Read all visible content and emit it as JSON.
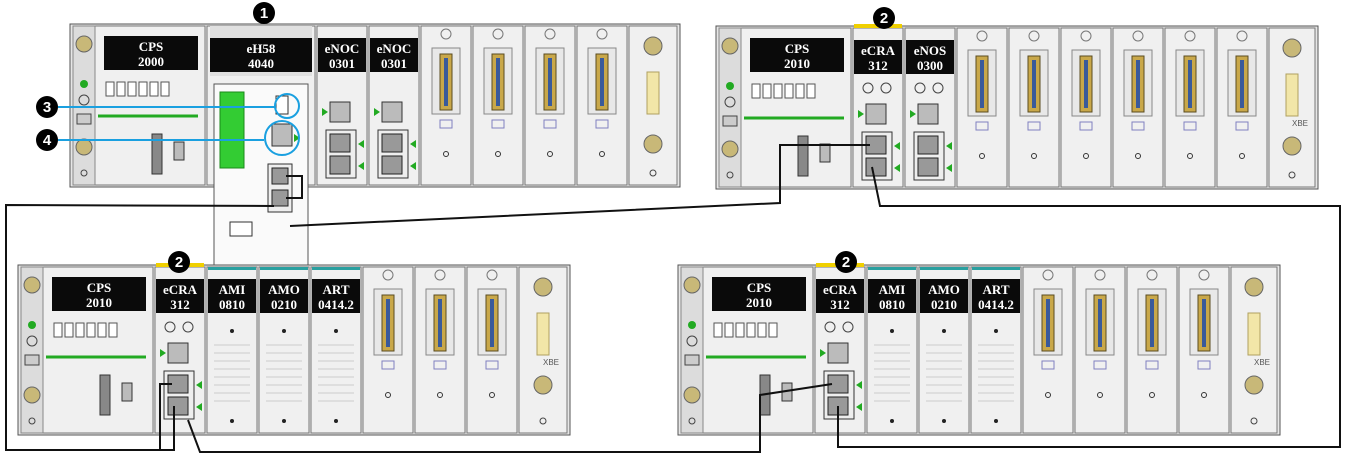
{
  "racks": [
    {
      "id": "rack1",
      "modules": [
        {
          "kind": "cps",
          "line1": "CPS",
          "line2": "2000"
        },
        {
          "kind": "cpu",
          "line1": "eH58",
          "line2": "4040"
        },
        {
          "kind": "eth",
          "line1": "eNOC",
          "line2": "0301"
        },
        {
          "kind": "eth",
          "line1": "eNOC",
          "line2": "0301"
        },
        {
          "kind": "io"
        },
        {
          "kind": "io"
        },
        {
          "kind": "io"
        },
        {
          "kind": "io"
        },
        {
          "kind": "end"
        }
      ]
    },
    {
      "id": "rack2",
      "modules": [
        {
          "kind": "cps",
          "line1": "CPS",
          "line2": "2010"
        },
        {
          "kind": "cra",
          "line1": "eCRA",
          "line2": "312"
        },
        {
          "kind": "nos",
          "line1": "eNOS",
          "line2": "0300"
        },
        {
          "kind": "io"
        },
        {
          "kind": "io"
        },
        {
          "kind": "io"
        },
        {
          "kind": "io"
        },
        {
          "kind": "io"
        },
        {
          "kind": "io"
        },
        {
          "kind": "end",
          "xbe": "XBE"
        }
      ]
    },
    {
      "id": "rack3",
      "modules": [
        {
          "kind": "cps",
          "line1": "CPS",
          "line2": "2010"
        },
        {
          "kind": "cra",
          "line1": "eCRA",
          "line2": "312"
        },
        {
          "kind": "ana",
          "line1": "AMI",
          "line2": "0810"
        },
        {
          "kind": "ana",
          "line1": "AMO",
          "line2": "0210"
        },
        {
          "kind": "ana",
          "line1": "ART",
          "line2": "0414.2"
        },
        {
          "kind": "io"
        },
        {
          "kind": "io"
        },
        {
          "kind": "io"
        },
        {
          "kind": "end",
          "xbe": "XBE"
        }
      ]
    },
    {
      "id": "rack4",
      "modules": [
        {
          "kind": "cps",
          "line1": "CPS",
          "line2": "2010"
        },
        {
          "kind": "cra",
          "line1": "eCRA",
          "line2": "312"
        },
        {
          "kind": "ana",
          "line1": "AMI",
          "line2": "0810"
        },
        {
          "kind": "ana",
          "line1": "AMO",
          "line2": "0210"
        },
        {
          "kind": "ana",
          "line1": "ART",
          "line2": "0414.2"
        },
        {
          "kind": "io"
        },
        {
          "kind": "io"
        },
        {
          "kind": "io"
        },
        {
          "kind": "io"
        },
        {
          "kind": "end",
          "xbe": "XBE"
        }
      ]
    }
  ],
  "callouts": [
    {
      "id": "c1",
      "number": "1"
    },
    {
      "id": "c2a",
      "number": "2"
    },
    {
      "id": "c2b",
      "number": "2"
    },
    {
      "id": "c2c",
      "number": "2"
    },
    {
      "id": "c3",
      "number": "3"
    },
    {
      "id": "c4",
      "number": "4"
    }
  ],
  "colors": {
    "led_green": "#22aa22",
    "connector_green": "#22aa22",
    "callout_line": "#1aa0e0",
    "module_label_bg": "#0a0a0a",
    "cable": "#111111",
    "cpu_card": "#33cc33",
    "rack_face": "#f0f0f0"
  }
}
